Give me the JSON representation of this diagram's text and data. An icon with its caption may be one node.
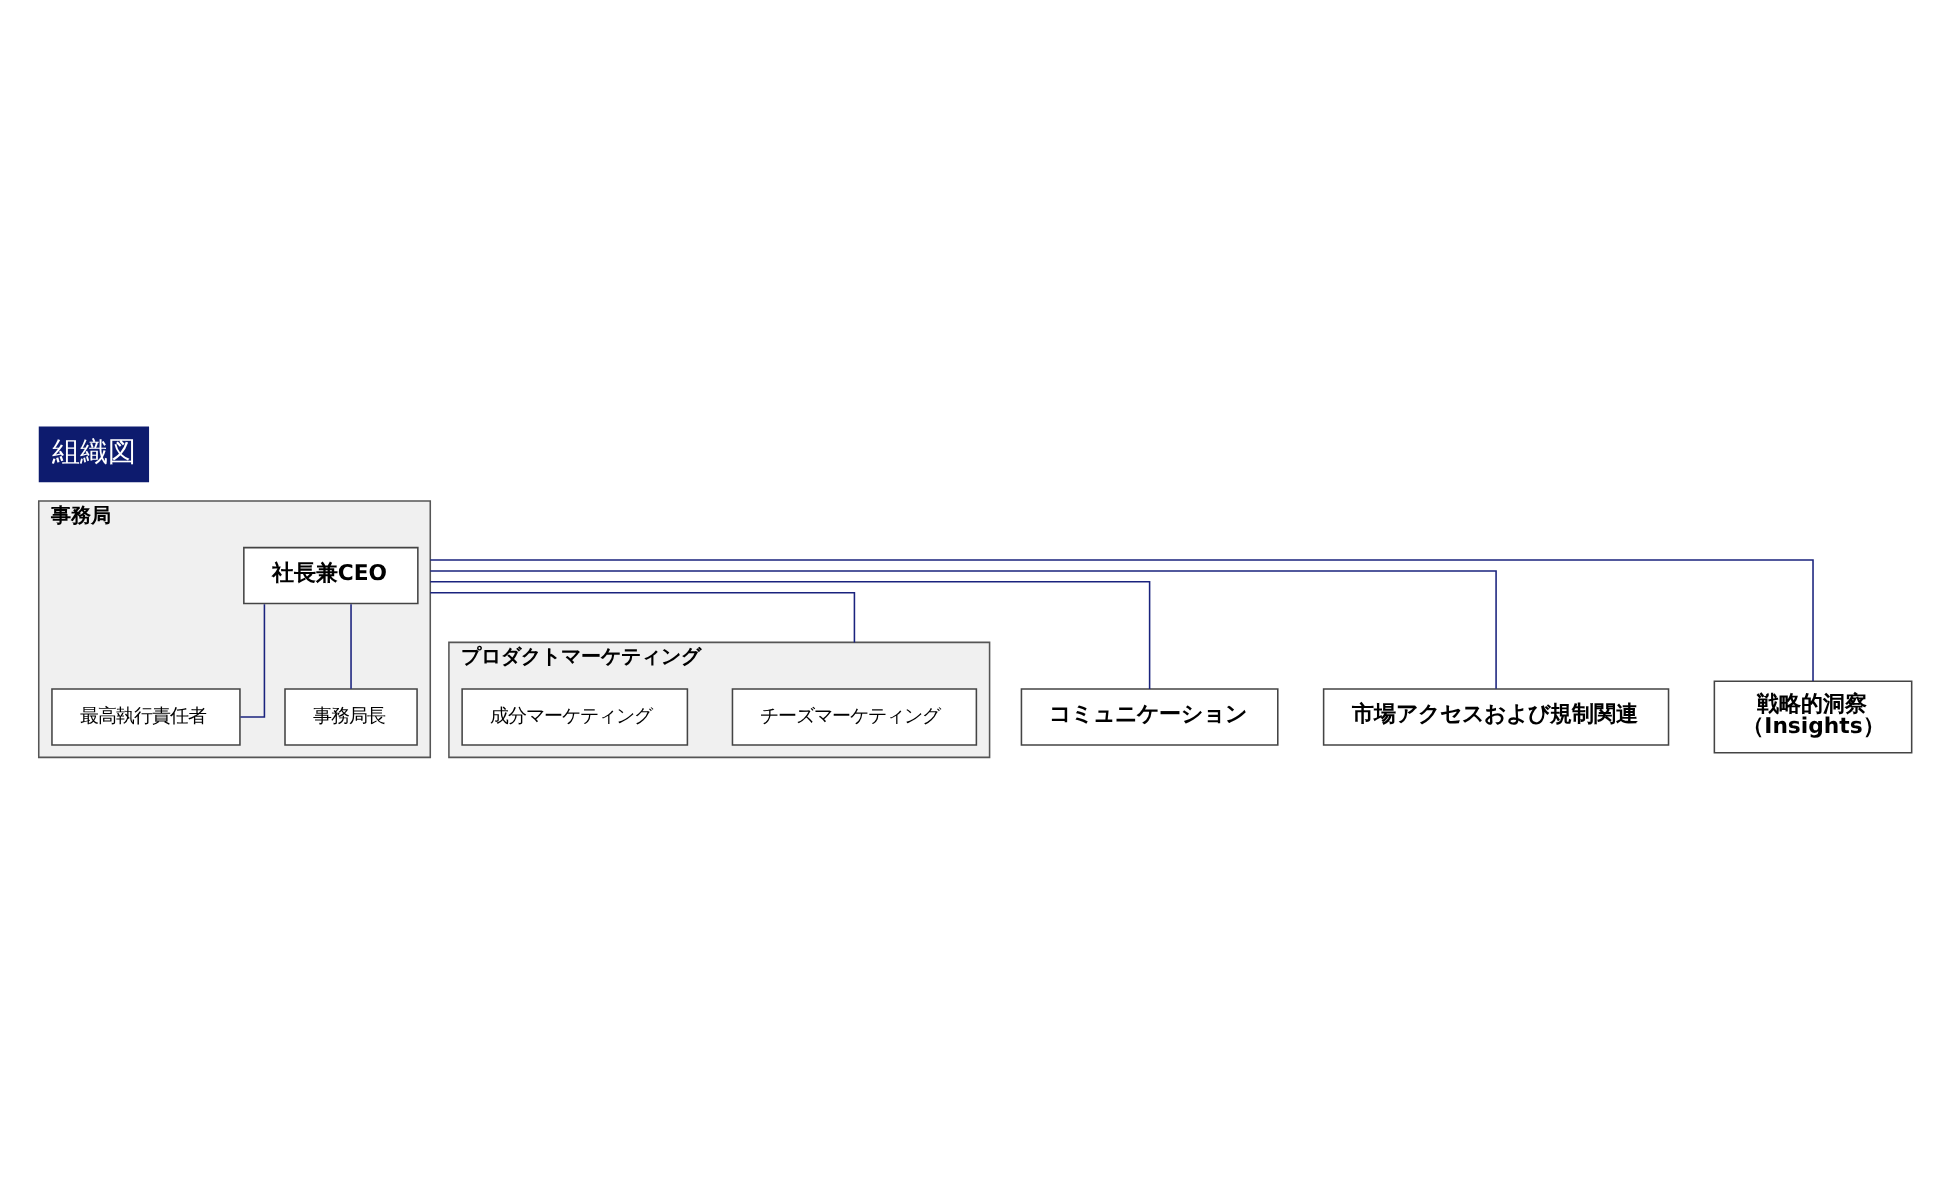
{
  "diagram": {
    "title": "組織図",
    "nodes": [
      {
        "text": [
          "事務局"
        ]
      },
      {
        "text": [
          "社長兼CEO"
        ],
        "in": 0
      },
      {
        "text": [
          "最高執行責任者"
        ],
        "in": 0
      },
      {
        "text": [
          "事務局長"
        ],
        "in": 0
      },
      {
        "text": [
          "プロダクトマーケティング"
        ]
      },
      {
        "text": [
          "チーズマーケティング"
        ],
        "in": 4
      },
      {
        "text": [
          "成分マーケティング"
        ],
        "in": 4
      },
      {
        "text": [
          "コミュニケーション"
        ]
      },
      {
        "text": [
          "市場アクセスおよび規制関連"
        ]
      },
      {
        "text": [
          "戦略的洞察",
          "（Insights）"
        ]
      }
    ],
    "edges": [
      {
        "from": 1,
        "to": 2,
        "arrow": "none"
      },
      {
        "from": 1,
        "to": 3,
        "arrow": "none"
      },
      {
        "from": 0,
        "to": 4,
        "arrow": "none"
      },
      {
        "from": 0,
        "to": 7,
        "arrow": "none"
      },
      {
        "from": 0,
        "to": 8,
        "arrow": "none"
      },
      {
        "from": 0,
        "to": 9,
        "arrow": "none"
      }
    ]
  }
}
